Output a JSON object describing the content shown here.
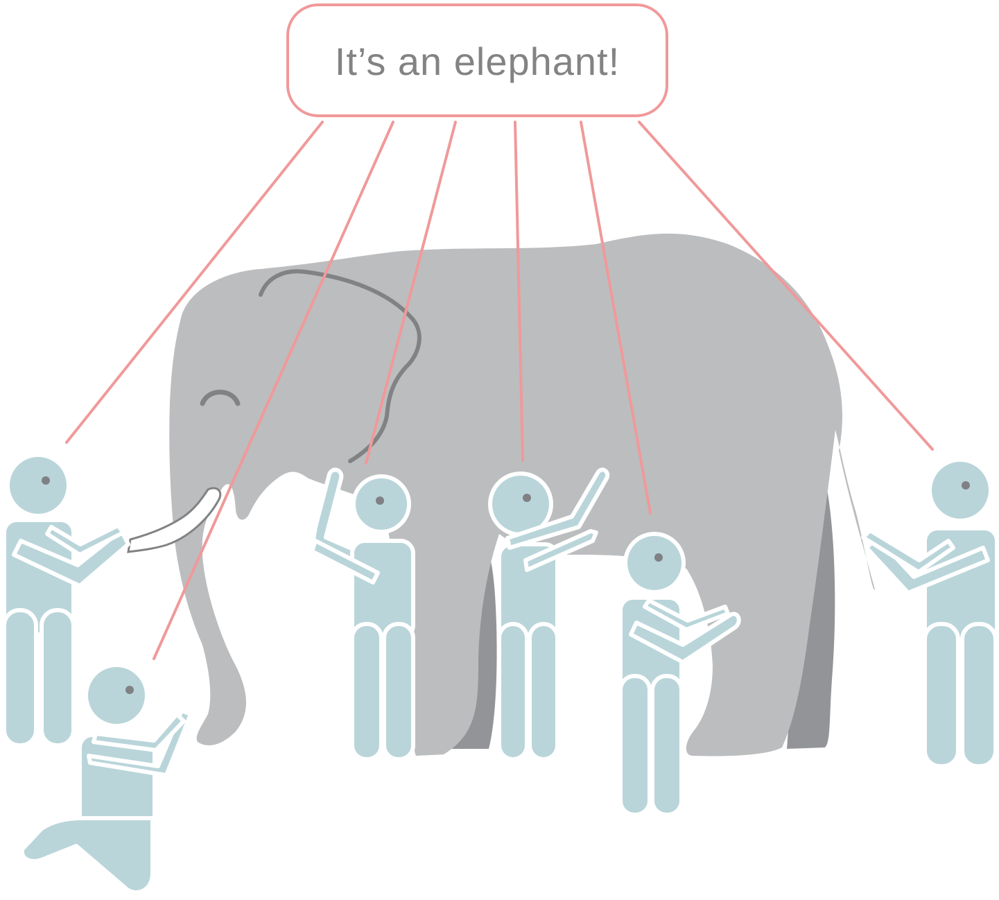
{
  "bubble": {
    "text": "It’s an elephant!"
  },
  "colors": {
    "connector": "#f0999a",
    "elephant_body": "#bcbdbf",
    "elephant_far_legs": "#939497",
    "elephant_outline": "#818283",
    "person_fill": "#b9d5da",
    "person_eye": "#808184",
    "tusk": "#ffffff"
  },
  "figures": [
    {
      "id": "person-left-tusk",
      "role": "touching tusk"
    },
    {
      "id": "person-kneeling",
      "role": "touching trunk"
    },
    {
      "id": "person-leg",
      "role": "touching leg"
    },
    {
      "id": "person-belly",
      "role": "reaching up to side"
    },
    {
      "id": "person-side",
      "role": "touching flank"
    },
    {
      "id": "person-tail",
      "role": "touching tail"
    }
  ]
}
